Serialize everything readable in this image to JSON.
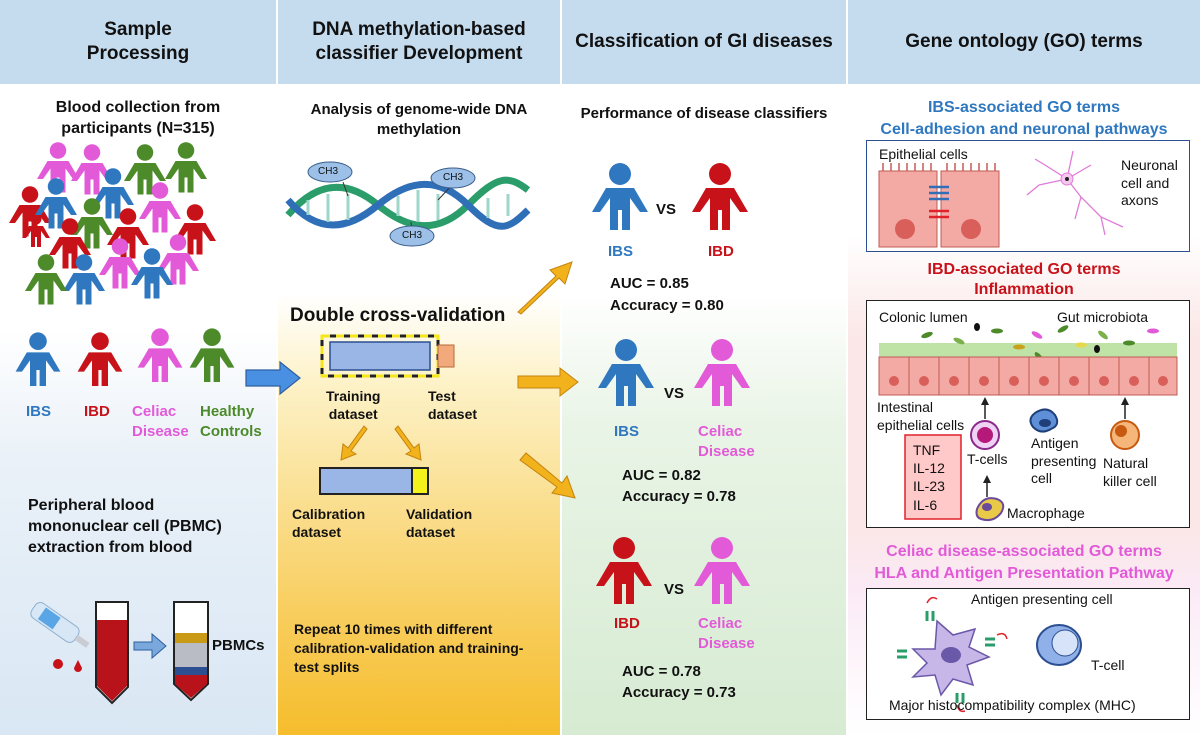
{
  "headers": {
    "sample": "Sample\nProcessing",
    "classifier": "DNA methylation-based\nclassifier Development",
    "classification": "Classification of GI diseases",
    "go": "Gene ontology (GO) terms"
  },
  "sample": {
    "blood_title": "Blood collection from participants (N=315)",
    "legend": {
      "ibs": "IBS",
      "ibd": "IBD",
      "celiac": "Celiac\nDisease",
      "healthy": "Healthy\nControls"
    },
    "pbmc_title": "Peripheral blood mononuclear cell (PBMC) extraction from blood",
    "pbmc_label": "PBMCs"
  },
  "classifier": {
    "analysis_title": "Analysis of genome-wide DNA methylation",
    "ch3": [
      "CH3",
      "CH3",
      "CH3"
    ],
    "dcv_title": "Double cross-validation",
    "training": "Training\ndataset",
    "test": "Test\ndataset",
    "calibration": "Calibration\ndataset",
    "validation": "Validation\ndataset",
    "repeat": "Repeat 10 times with different calibration-validation and training-test splits"
  },
  "classification": {
    "title": "Performance of disease classifiers",
    "vs": "VS",
    "comparisons": [
      {
        "a": "IBS",
        "b": "IBD",
        "auc": "AUC = 0.85",
        "acc": "Accuracy = 0.80"
      },
      {
        "a": "IBS",
        "b": "Celiac\nDisease",
        "auc": "AUC = 0.82",
        "acc": "Accuracy = 0.78"
      },
      {
        "a": "IBD",
        "b": "Celiac\nDisease",
        "auc": "AUC = 0.78",
        "acc": "Accuracy = 0.73"
      }
    ]
  },
  "go": {
    "ibs_title": "IBS-associated GO terms",
    "ibs_sub": "Cell-adhesion and neuronal pathways",
    "epithelial": "Epithelial cells",
    "neuronal": "Neuronal\ncell and\naxons",
    "ibd_title": "IBD-associated GO terms",
    "ibd_sub": "Inflammation",
    "colonic": "Colonic lumen",
    "microbiota": "Gut microbiota",
    "intestinal": "Intestinal\nepithelial cells",
    "cytokines": [
      "TNF",
      "IL-12",
      "IL-23",
      "IL-6"
    ],
    "tcells": "T-cells",
    "apc": "Antigen\npresenting\ncell",
    "nk": "Natural\nkiller cell",
    "macrophage": "Macrophage",
    "celiac_title": "Celiac disease-associated GO terms",
    "celiac_sub": "HLA and Antigen Presentation Pathway",
    "apc2": "Antigen presenting cell",
    "tcell": "T-cell",
    "mhc": "Major histocompatibility complex (MHC)"
  },
  "colors": {
    "ibs": "#2f78c0",
    "ibd": "#c8121a",
    "celiac": "#e25ad8",
    "healthy": "#4c8a2a",
    "header": "#c5dcef",
    "arrow": "#f2b21b"
  }
}
